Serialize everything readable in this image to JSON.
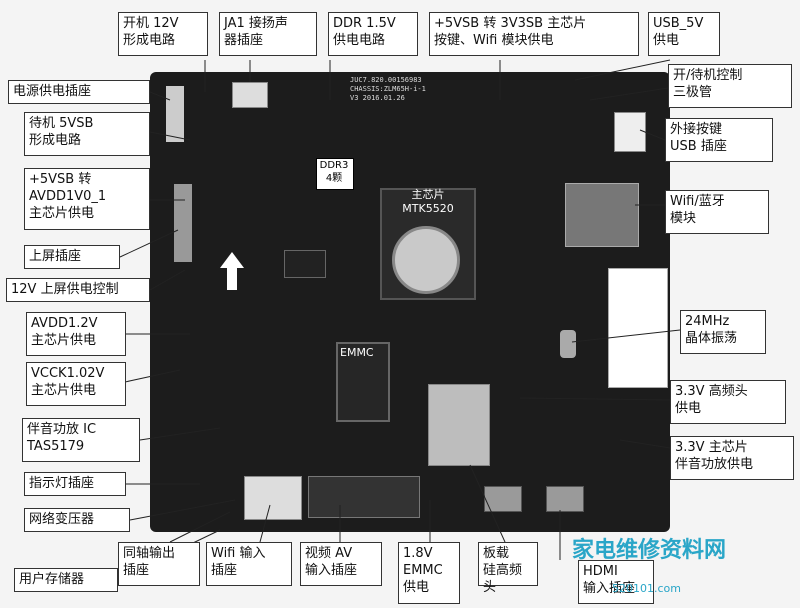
{
  "board": {
    "silkscreen": "JUC7.820.00156983\nCHASSIS:ZLM65H-i-1\nV3      2016.01.26",
    "ddr3_label": "DDR3\n4颗",
    "main_chip_label": "主芯片\nMTK5520",
    "emmc_label": "EMMC"
  },
  "labels": {
    "kaiji_12v": "开机 12V\n形成电路",
    "ja1": "JA1 接扬声\n器插座",
    "ddr_15v": "DDR 1.5V\n供电电路",
    "vsb_3v3": "+5VSB 转 3V3SB 主芯片\n按键、Wifi 模块供电",
    "usb_5v": "USB_5V\n供电",
    "power_socket": "电源供电插座",
    "standby_5vsb": "待机  5VSB\n形成电路",
    "vsb_avdd": "+5VSB     转\nAVDD1V0_1\n主芯片供电",
    "screen_socket": "上屏插座",
    "screen_12v": "12V 上屏供电控制",
    "avdd12": "AVDD1.2V\n主芯片供电",
    "vcck": "VCCK1.02V\n主芯片供电",
    "audio_ic": "伴音功放 IC\nTAS5179",
    "led_socket": "指示灯插座",
    "net_transformer": "网络变压器",
    "coax": "同轴输出\n插座",
    "wifi_in": "Wifi 输入\n插座",
    "av_in": "视频 AV\n输入插座",
    "emmc_18v": "1.8V\nEMMC\n供电",
    "tuner": "板载\n硅高频头",
    "hdmi": "HDMI\n输入插座",
    "user_storage": "用户存储器",
    "standby_triode": "开/待机控制\n三极管",
    "ext_usb": "外接按键\nUSB 插座",
    "wifi_bt": "Wifi/蓝牙\n模块",
    "crystal": "24MHz\n晶体振荡",
    "tuner_33v": "3.3V 高频头\n供电",
    "audio_33v": "3.3V 主芯片\n伴音功放供电"
  },
  "watermark": {
    "cn": "家电维修资料网",
    "url": "520101.com"
  }
}
